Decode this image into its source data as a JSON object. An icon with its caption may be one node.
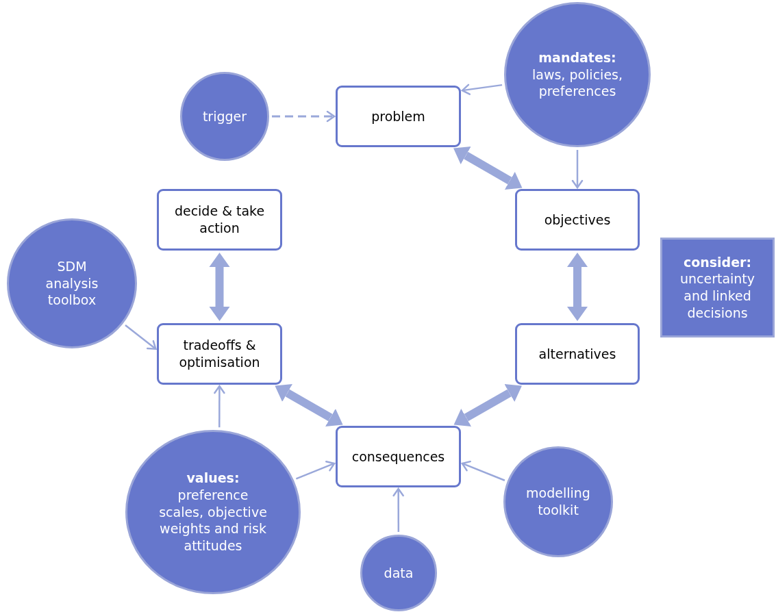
{
  "diagram": {
    "nodes": [
      {
        "text": [
          "mandates:",
          "laws, policies, preferences"
        ]
      },
      {
        "text": [
          "trigger"
        ]
      },
      {
        "text": [
          "problem"
        ]
      },
      {
        "text": [
          "decide & take action"
        ]
      },
      {
        "text": [
          "objectives"
        ]
      },
      {
        "text": [
          "SDM analysis toolbox"
        ]
      },
      {
        "text": [
          "consider:",
          "uncertainty and linked decisions"
        ]
      },
      {
        "text": [
          "tradeoffs & optimisation"
        ]
      },
      {
        "text": [
          "alternatives"
        ]
      },
      {
        "text": [
          "consequences"
        ]
      },
      {
        "text": [
          "values:",
          "preference scales, objective weights and risk attitudes"
        ]
      },
      {
        "text": [
          "modelling toolkit"
        ]
      },
      {
        "text": [
          "data"
        ]
      }
    ],
    "edges": [
      {
        "from": 1,
        "to": 2,
        "arrow": "to",
        "style": "dashed"
      },
      {
        "from": 0,
        "to": 2,
        "arrow": "to"
      },
      {
        "from": 0,
        "to": 4,
        "arrow": "to"
      },
      {
        "from": 2,
        "to": 4,
        "arrow": "both",
        "style": "thick"
      },
      {
        "from": 4,
        "to": 8,
        "arrow": "both",
        "style": "thick"
      },
      {
        "from": 8,
        "to": 9,
        "arrow": "both",
        "style": "thick"
      },
      {
        "from": 9,
        "to": 7,
        "arrow": "both",
        "style": "thick"
      },
      {
        "from": 7,
        "to": 3,
        "arrow": "both",
        "style": "thick"
      },
      {
        "from": 5,
        "to": 7,
        "arrow": "to"
      },
      {
        "from": 10,
        "to": 7,
        "arrow": "to"
      },
      {
        "from": 10,
        "to": 9,
        "arrow": "to"
      },
      {
        "from": 12,
        "to": 9,
        "arrow": "to"
      },
      {
        "from": 11,
        "to": 9,
        "arrow": "to"
      }
    ]
  }
}
